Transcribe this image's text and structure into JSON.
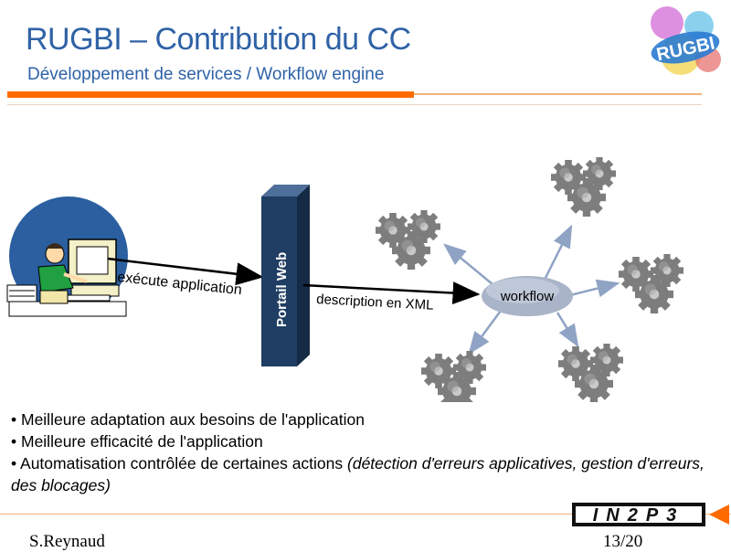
{
  "header": {
    "title": "RUGBI – Contribution du CC",
    "subtitle": "Développement de services / Workflow engine"
  },
  "logos": {
    "rugbi_text": "RUGBI",
    "in2p3_text": "IN2P3"
  },
  "diagram": {
    "arrow_execute_label": "exécute application",
    "portal_label": "Portail Web",
    "arrow_xml_label": "description en XML",
    "workflow_label": "workflow"
  },
  "bullets": {
    "item1": "• Meilleure adaptation aux besoins de l'application",
    "item2": "• Meilleure efficacité de l'application",
    "item3_normal": "• Automatisation contrôlée de certaines actions ",
    "item3_italic": "(détection d'erreurs applicatives, gestion d'erreurs, des blocages)"
  },
  "footer": {
    "author": "S.Reynaud",
    "page": "13/20"
  },
  "colors": {
    "title_blue": "#2f62a6",
    "accent_orange": "#ff6a00",
    "portal_navy": "#1f3a5c",
    "gear_gray": "#7a7a7a",
    "workflow_fill": "#a9b4c8"
  }
}
